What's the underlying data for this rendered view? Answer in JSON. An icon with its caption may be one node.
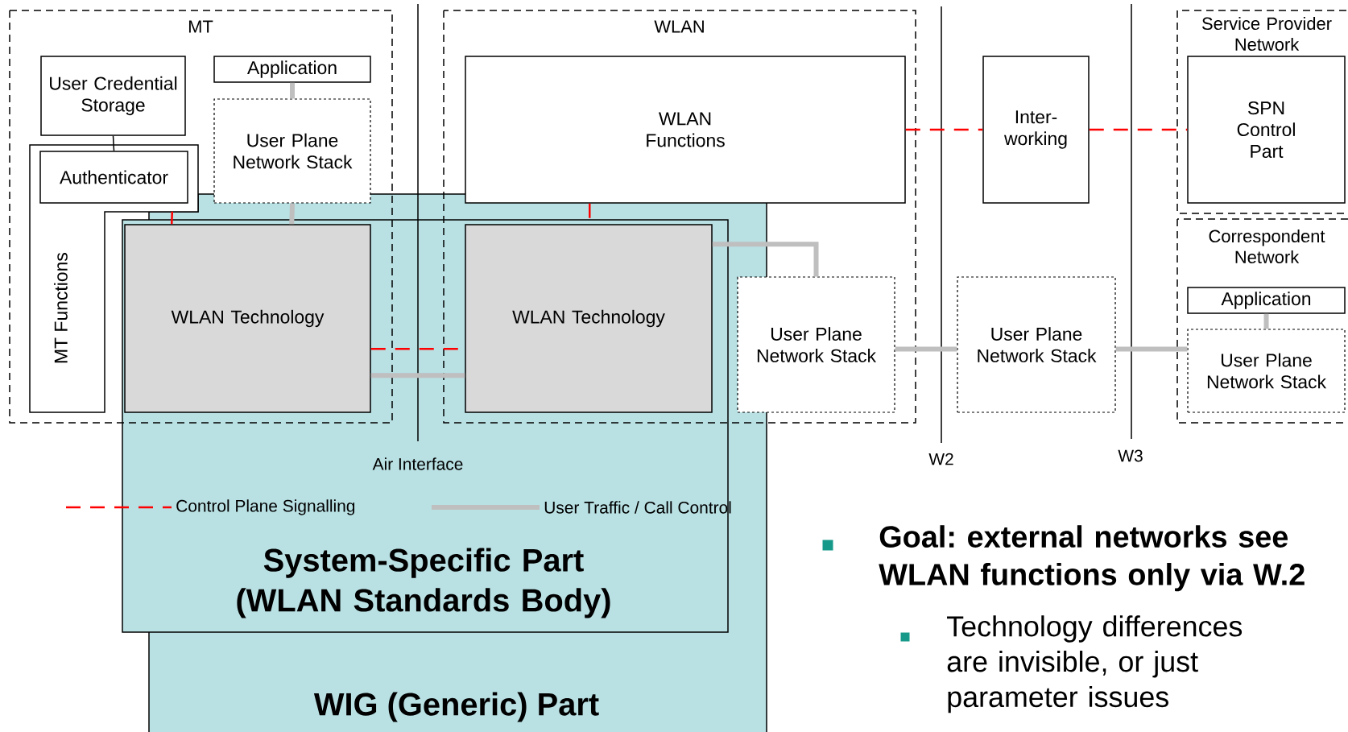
{
  "diagram": {
    "nodes": [
      {
        "text": [
          "MT"
        ]
      },
      {
        "text": [
          "User Credential Storage"
        ],
        "in": 0
      },
      {
        "text": [
          "Application"
        ],
        "in": 0
      },
      {
        "text": [
          "User Plane Network Stack"
        ],
        "in": 0
      },
      {
        "text": [
          "MT Functions"
        ],
        "in": 0
      },
      {
        "text": [
          "Authenticator"
        ],
        "in": 4
      },
      {
        "text": [
          "WLAN"
        ]
      },
      {
        "text": [
          "WLAN Functions"
        ],
        "in": 6
      },
      {
        "text": [
          "WIG (Generic) Part"
        ]
      },
      {
        "text": [
          "System-Specific Part (WLAN Standards Body)"
        ]
      },
      {
        "text": [
          "WLAN Technology"
        ],
        "in": 0
      },
      {
        "text": [
          "WLAN Technology"
        ],
        "in": 6
      },
      {
        "text": [
          "User Plane Network Stack"
        ],
        "in": 6
      },
      {
        "text": [
          "Inter-working"
        ]
      },
      {
        "text": [
          "User Plane Network Stack"
        ]
      },
      {
        "text": [
          "Service Provider Network"
        ]
      },
      {
        "text": [
          "SPN Control Part"
        ],
        "in": 15
      },
      {
        "text": [
          "Correspondent Network"
        ]
      },
      {
        "text": [
          "Application"
        ],
        "in": 17
      },
      {
        "text": [
          "User Plane Network Stack"
        ],
        "in": 17
      }
    ],
    "edges": [
      {
        "from": 1,
        "to": 5,
        "arrow": "none",
        "color": "#000000"
      },
      {
        "from": 2,
        "to": 3,
        "arrow": "none"
      },
      {
        "from": 3,
        "to": 10,
        "arrow": "none"
      },
      {
        "from": 4,
        "to": 10,
        "arrow": "none",
        "style": "dashed",
        "color": "#ff0000"
      },
      {
        "from": 10,
        "to": 11,
        "arrow": "none",
        "style": "dashed",
        "color": "#ff0000"
      },
      {
        "from": 10,
        "to": 11,
        "arrow": "none"
      },
      {
        "from": 7,
        "to": 11,
        "arrow": "none",
        "style": "dashed",
        "color": "#ff0000"
      },
      {
        "from": 11,
        "to": 12,
        "arrow": "none"
      },
      {
        "from": 7,
        "to": 13,
        "arrow": "none",
        "style": "dashed",
        "color": "#ff0000"
      },
      {
        "from": 13,
        "to": 16,
        "arrow": "none",
        "style": "dashed",
        "color": "#ff0000"
      },
      {
        "from": 12,
        "to": 14,
        "arrow": "none"
      },
      {
        "from": 14,
        "to": 19,
        "arrow": "none"
      },
      {
        "from": 18,
        "to": 19,
        "arrow": "none"
      }
    ],
    "labels": [
      "Air Interface",
      "W2",
      "W3",
      "Goal: external networks see WLAN functions only via W.2",
      "Technology differences are invisible, or just parameter issues"
    ],
    "legend": [
      {
        "text": "Control Plane Signalling"
      },
      {
        "text": "User Traffic / Call Control"
      }
    ]
  }
}
